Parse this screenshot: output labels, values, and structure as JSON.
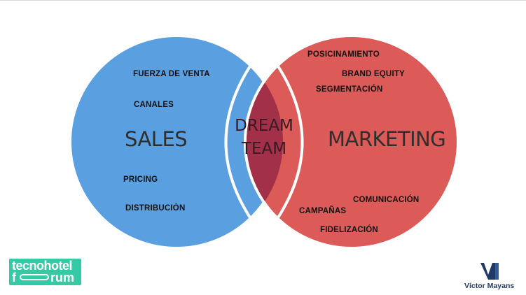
{
  "colors": {
    "sales_circle": "#5a9fdf",
    "marketing_circle": "#dc5a58",
    "intersection": "#a13048",
    "outline": "#ffffff",
    "tecnohotel_logo": "#35c9a6",
    "victor_mayans_logo": "#1f3a66"
  },
  "sales": {
    "title": "SALES",
    "items": [
      "FUERZA  DE VENTA",
      "CANALES",
      "PRICING",
      "DISTRIBUCIÓN"
    ]
  },
  "marketing": {
    "title": "MARKETING",
    "items": [
      "POSICINAMIENTO",
      "BRAND EQUITY",
      "SEGMENTACIÓN",
      "COMUNICACIÓN",
      "CAMPAÑAS",
      "FIDELIZACIÓN"
    ]
  },
  "overlap": {
    "line1": "DREAM",
    "line2": "TEAM"
  },
  "logos": {
    "tecnohotel_line1": "tecnohotel",
    "tecnohotel_f": "f",
    "tecnohotel_rest": "rum",
    "victor_mayans_name": "Víctor Mayans"
  }
}
